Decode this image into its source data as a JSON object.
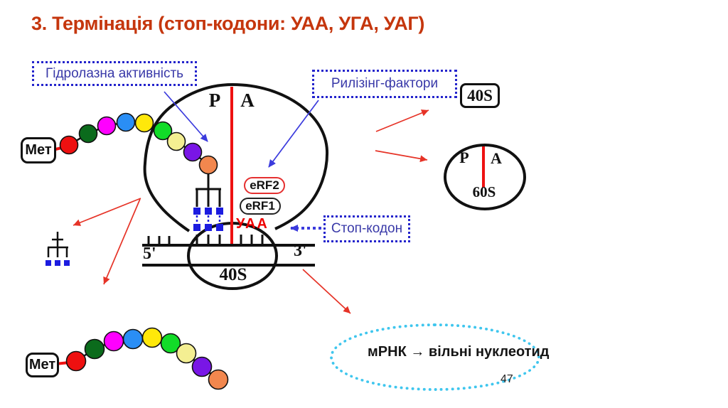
{
  "slide": {
    "title": "3. Термінація (стоп-кодони: УАА, УГА, УАГ)",
    "page_number": "47"
  },
  "callouts": {
    "hydrolase": "Гідролазна активність",
    "release_factors": "Рилізінг-фактори",
    "stop_codon": "Стоп-кодон"
  },
  "ribosome": {
    "p_site": "P",
    "a_site": "A",
    "small_subunit": "40S",
    "five_prime": "5'",
    "three_prime": "3'",
    "erf2": "eRF2",
    "erf1": "eRF1",
    "stop_codon_seq": "УАА"
  },
  "dissociated": {
    "small_subunit": "40S",
    "large_subunit": "60S",
    "p_site": "P",
    "a_site": "A"
  },
  "peptide": {
    "met_label": "Мет",
    "bead_colors": [
      "#ee1010",
      "#0b6b1c",
      "#ff00ff",
      "#2a8ef5",
      "#ffe80a",
      "#12dc28",
      "#f4ef92",
      "#7916e6",
      "#f2874e"
    ]
  },
  "mrna_note": {
    "text": "мРНК → вільні нуклеотид"
  },
  "colors": {
    "title": "#c5360d",
    "callout_text": "#3939a8",
    "callout_border": "#2424cc",
    "stop_codon_red": "#ee0000",
    "site_divider_red": "#ee1111",
    "arrow_red": "#e63327",
    "arrow_blue": "#3b3bdd",
    "anticodon_blue": "#1c1ce0",
    "note_ellipse_cyan": "#3fc6ee"
  }
}
